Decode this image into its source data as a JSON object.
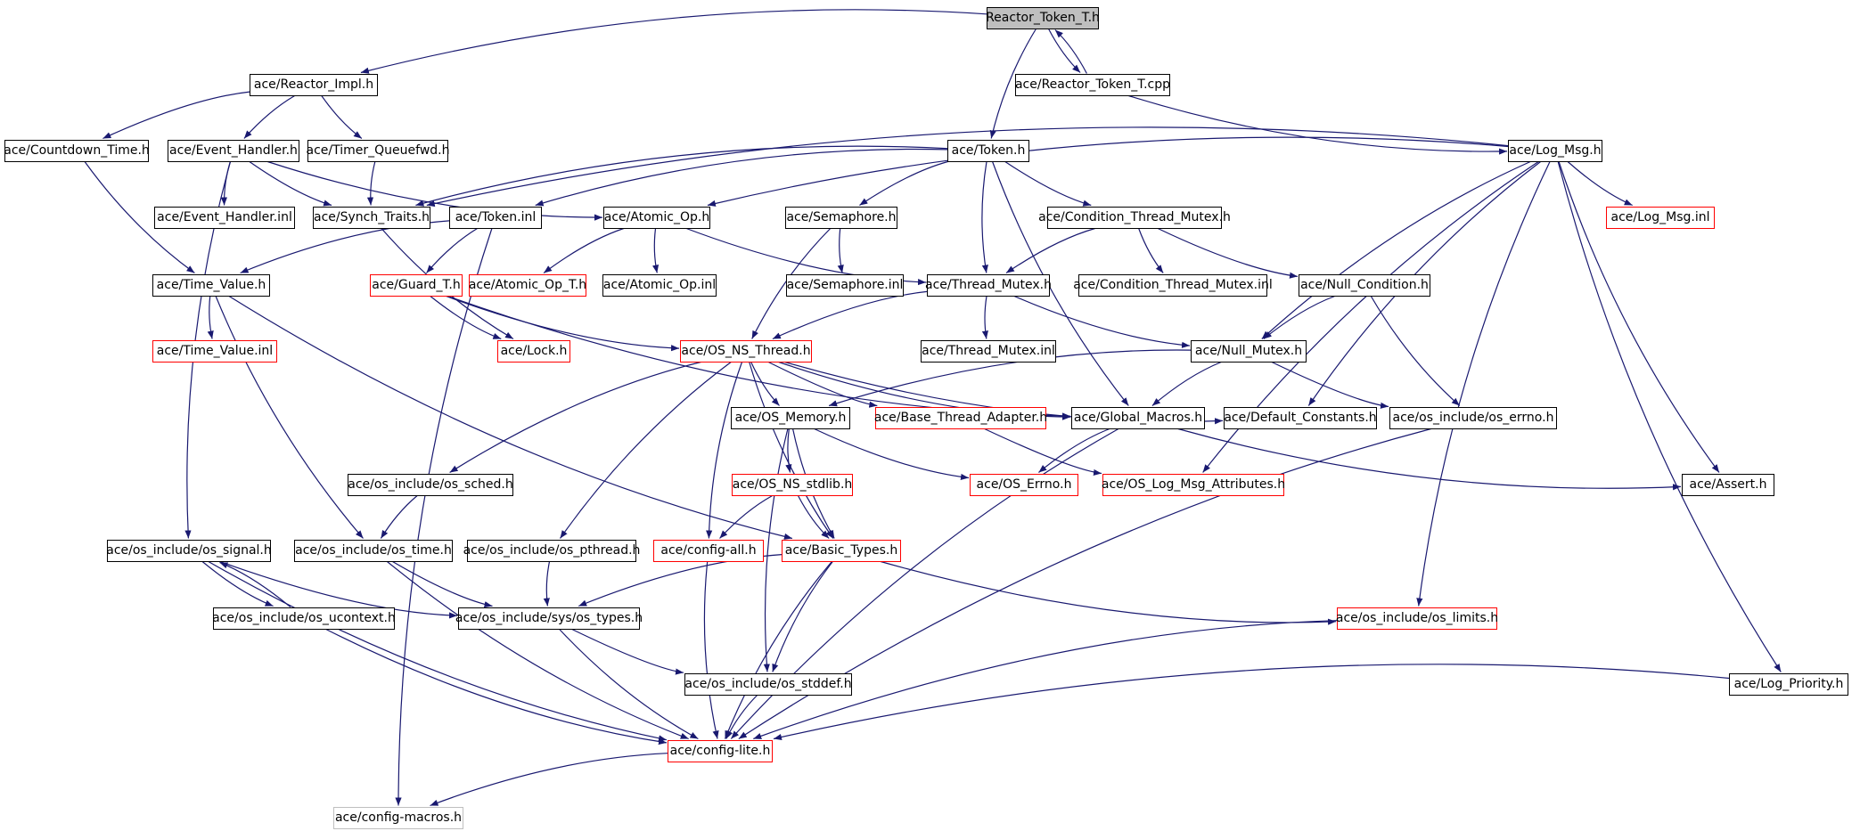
{
  "colors": {
    "edge": "#191970",
    "root_fill": "#bfbfbf",
    "border_default": "#000000",
    "border_truncated": "#ff0000",
    "border_external": "#bfbfbf"
  },
  "nodes": [
    {
      "id": "reactor_token_t_h",
      "label": "Reactor_Token_T.h",
      "style": "root"
    },
    {
      "id": "reactor_impl_h",
      "label": "ace/Reactor_Impl.h",
      "style": "normal"
    },
    {
      "id": "reactor_token_t_cpp",
      "label": "ace/Reactor_Token_T.cpp",
      "style": "normal"
    },
    {
      "id": "countdown_time_h",
      "label": "ace/Countdown_Time.h",
      "style": "normal"
    },
    {
      "id": "event_handler_h",
      "label": "ace/Event_Handler.h",
      "style": "normal"
    },
    {
      "id": "timer_queuefwd_h",
      "label": "ace/Timer_Queuefwd.h",
      "style": "normal"
    },
    {
      "id": "token_h",
      "label": "ace/Token.h",
      "style": "normal"
    },
    {
      "id": "log_msg_h",
      "label": "ace/Log_Msg.h",
      "style": "normal"
    },
    {
      "id": "event_handler_inl",
      "label": "ace/Event_Handler.inl",
      "style": "normal"
    },
    {
      "id": "synch_traits_h",
      "label": "ace/Synch_Traits.h",
      "style": "normal"
    },
    {
      "id": "token_inl",
      "label": "ace/Token.inl",
      "style": "normal"
    },
    {
      "id": "atomic_op_h",
      "label": "ace/Atomic_Op.h",
      "style": "normal"
    },
    {
      "id": "semaphore_h",
      "label": "ace/Semaphore.h",
      "style": "normal"
    },
    {
      "id": "condition_thread_mutex_h",
      "label": "ace/Condition_Thread_Mutex.h",
      "style": "normal"
    },
    {
      "id": "log_msg_inl",
      "label": "ace/Log_Msg.inl",
      "style": "red"
    },
    {
      "id": "time_value_h",
      "label": "ace/Time_Value.h",
      "style": "normal"
    },
    {
      "id": "guard_t_h",
      "label": "ace/Guard_T.h",
      "style": "red"
    },
    {
      "id": "atomic_op_t_h",
      "label": "ace/Atomic_Op_T.h",
      "style": "red"
    },
    {
      "id": "atomic_op_inl",
      "label": "ace/Atomic_Op.inl",
      "style": "normal"
    },
    {
      "id": "semaphore_inl",
      "label": "ace/Semaphore.inl",
      "style": "normal"
    },
    {
      "id": "thread_mutex_h",
      "label": "ace/Thread_Mutex.h",
      "style": "normal"
    },
    {
      "id": "condition_thread_mutex_inl",
      "label": "ace/Condition_Thread_Mutex.inl",
      "style": "normal"
    },
    {
      "id": "null_condition_h",
      "label": "ace/Null_Condition.h",
      "style": "normal"
    },
    {
      "id": "time_value_inl",
      "label": "ace/Time_Value.inl",
      "style": "red"
    },
    {
      "id": "lock_h",
      "label": "ace/Lock.h",
      "style": "red"
    },
    {
      "id": "os_ns_thread_h",
      "label": "ace/OS_NS_Thread.h",
      "style": "red"
    },
    {
      "id": "thread_mutex_inl",
      "label": "ace/Thread_Mutex.inl",
      "style": "normal"
    },
    {
      "id": "null_mutex_h",
      "label": "ace/Null_Mutex.h",
      "style": "normal"
    },
    {
      "id": "os_memory_h",
      "label": "ace/OS_Memory.h",
      "style": "normal"
    },
    {
      "id": "base_thread_adapter_h",
      "label": "ace/Base_Thread_Adapter.h",
      "style": "red"
    },
    {
      "id": "global_macros_h",
      "label": "ace/Global_Macros.h",
      "style": "normal"
    },
    {
      "id": "default_constants_h",
      "label": "ace/Default_Constants.h",
      "style": "normal"
    },
    {
      "id": "os_errno_inc_h",
      "label": "ace/os_include/os_errno.h",
      "style": "normal"
    },
    {
      "id": "os_sched_h",
      "label": "ace/os_include/os_sched.h",
      "style": "normal"
    },
    {
      "id": "os_ns_stdlib_h",
      "label": "ace/OS_NS_stdlib.h",
      "style": "red"
    },
    {
      "id": "os_errno_h",
      "label": "ace/OS_Errno.h",
      "style": "red"
    },
    {
      "id": "os_log_msg_attributes_h",
      "label": "ace/OS_Log_Msg_Attributes.h",
      "style": "red"
    },
    {
      "id": "assert_h",
      "label": "ace/Assert.h",
      "style": "normal"
    },
    {
      "id": "os_signal_h",
      "label": "ace/os_include/os_signal.h",
      "style": "normal"
    },
    {
      "id": "os_time_h",
      "label": "ace/os_include/os_time.h",
      "style": "normal"
    },
    {
      "id": "os_pthread_h",
      "label": "ace/os_include/os_pthread.h",
      "style": "normal"
    },
    {
      "id": "config_all_h",
      "label": "ace/config-all.h",
      "style": "red"
    },
    {
      "id": "basic_types_h",
      "label": "ace/Basic_Types.h",
      "style": "red"
    },
    {
      "id": "os_ucontext_h",
      "label": "ace/os_include/os_ucontext.h",
      "style": "normal"
    },
    {
      "id": "os_types_h",
      "label": "ace/os_include/sys/os_types.h",
      "style": "normal"
    },
    {
      "id": "os_limits_h",
      "label": "ace/os_include/os_limits.h",
      "style": "red"
    },
    {
      "id": "os_stddef_h",
      "label": "ace/os_include/os_stddef.h",
      "style": "normal"
    },
    {
      "id": "log_priority_h",
      "label": "ace/Log_Priority.h",
      "style": "normal"
    },
    {
      "id": "config_lite_h",
      "label": "ace/config-lite.h",
      "style": "red"
    },
    {
      "id": "config_macros_h",
      "label": "ace/config-macros.h",
      "style": "gray"
    }
  ],
  "edges": [
    [
      "reactor_token_t_h",
      "reactor_impl_h"
    ],
    [
      "reactor_token_t_h",
      "reactor_token_t_cpp"
    ],
    [
      "reactor_token_t_cpp",
      "reactor_token_t_h"
    ],
    [
      "reactor_token_t_h",
      "token_h"
    ],
    [
      "reactor_token_t_cpp",
      "log_msg_h"
    ],
    [
      "reactor_impl_h",
      "countdown_time_h"
    ],
    [
      "reactor_impl_h",
      "event_handler_h"
    ],
    [
      "reactor_impl_h",
      "timer_queuefwd_h"
    ],
    [
      "countdown_time_h",
      "time_value_h"
    ],
    [
      "event_handler_h",
      "event_handler_inl"
    ],
    [
      "event_handler_h",
      "synch_traits_h"
    ],
    [
      "event_handler_h",
      "atomic_op_h"
    ],
    [
      "event_handler_h",
      "os_signal_h"
    ],
    [
      "timer_queuefwd_h",
      "synch_traits_h"
    ],
    [
      "token_h",
      "synch_traits_h"
    ],
    [
      "token_h",
      "token_inl"
    ],
    [
      "token_h",
      "semaphore_h"
    ],
    [
      "token_h",
      "condition_thread_mutex_h"
    ],
    [
      "token_h",
      "thread_mutex_h"
    ],
    [
      "token_h",
      "global_macros_h"
    ],
    [
      "log_msg_h",
      "synch_traits_h"
    ],
    [
      "log_msg_h",
      "atomic_op_h"
    ],
    [
      "log_msg_h",
      "log_msg_inl"
    ],
    [
      "log_msg_h",
      "null_mutex_h"
    ],
    [
      "log_msg_h",
      "default_constants_h"
    ],
    [
      "log_msg_h",
      "os_log_msg_attributes_h"
    ],
    [
      "log_msg_h",
      "assert_h"
    ],
    [
      "log_msg_h",
      "os_limits_h"
    ],
    [
      "log_msg_h",
      "log_priority_h"
    ],
    [
      "synch_traits_h",
      "lock_h"
    ],
    [
      "token_inl",
      "time_value_h"
    ],
    [
      "token_inl",
      "guard_t_h"
    ],
    [
      "token_inl",
      "config_macros_h"
    ],
    [
      "atomic_op_h",
      "atomic_op_t_h"
    ],
    [
      "atomic_op_h",
      "atomic_op_inl"
    ],
    [
      "atomic_op_h",
      "thread_mutex_h"
    ],
    [
      "semaphore_h",
      "semaphore_inl"
    ],
    [
      "semaphore_h",
      "os_ns_thread_h"
    ],
    [
      "condition_thread_mutex_h",
      "thread_mutex_h"
    ],
    [
      "condition_thread_mutex_h",
      "condition_thread_mutex_inl"
    ],
    [
      "condition_thread_mutex_h",
      "null_condition_h"
    ],
    [
      "time_value_h",
      "time_value_inl"
    ],
    [
      "time_value_h",
      "os_time_h"
    ],
    [
      "time_value_h",
      "basic_types_h"
    ],
    [
      "guard_t_h",
      "lock_h"
    ],
    [
      "guard_t_h",
      "os_ns_thread_h"
    ],
    [
      "guard_t_h",
      "global_macros_h"
    ],
    [
      "thread_mutex_h",
      "os_ns_thread_h"
    ],
    [
      "thread_mutex_h",
      "thread_mutex_inl"
    ],
    [
      "thread_mutex_h",
      "null_mutex_h"
    ],
    [
      "null_condition_h",
      "null_mutex_h"
    ],
    [
      "null_condition_h",
      "os_errno_inc_h"
    ],
    [
      "null_mutex_h",
      "os_memory_h"
    ],
    [
      "null_mutex_h",
      "global_macros_h"
    ],
    [
      "null_mutex_h",
      "os_errno_inc_h"
    ],
    [
      "os_ns_thread_h",
      "os_memory_h"
    ],
    [
      "os_ns_thread_h",
      "base_thread_adapter_h"
    ],
    [
      "os_ns_thread_h",
      "global_macros_h"
    ],
    [
      "os_ns_thread_h",
      "default_constants_h"
    ],
    [
      "os_ns_thread_h",
      "os_sched_h"
    ],
    [
      "os_ns_thread_h",
      "os_pthread_h"
    ],
    [
      "os_ns_thread_h",
      "config_all_h"
    ],
    [
      "os_ns_thread_h",
      "basic_types_h"
    ],
    [
      "os_memory_h",
      "os_ns_stdlib_h"
    ],
    [
      "os_memory_h",
      "os_errno_h"
    ],
    [
      "os_memory_h",
      "basic_types_h"
    ],
    [
      "os_memory_h",
      "os_stddef_h"
    ],
    [
      "base_thread_adapter_h",
      "os_log_msg_attributes_h"
    ],
    [
      "global_macros_h",
      "os_errno_h"
    ],
    [
      "global_macros_h",
      "assert_h"
    ],
    [
      "global_macros_h",
      "config_lite_h"
    ],
    [
      "os_errno_inc_h",
      "config_lite_h"
    ],
    [
      "os_sched_h",
      "os_time_h"
    ],
    [
      "os_ns_stdlib_h",
      "config_all_h"
    ],
    [
      "os_ns_stdlib_h",
      "basic_types_h"
    ],
    [
      "os_signal_h",
      "os_ucontext_h"
    ],
    [
      "os_ucontext_h",
      "os_signal_h"
    ],
    [
      "os_signal_h",
      "os_types_h"
    ],
    [
      "os_signal_h",
      "config_lite_h"
    ],
    [
      "os_time_h",
      "os_types_h"
    ],
    [
      "os_time_h",
      "config_lite_h"
    ],
    [
      "os_pthread_h",
      "os_types_h"
    ],
    [
      "config_all_h",
      "config_lite_h"
    ],
    [
      "basic_types_h",
      "os_types_h"
    ],
    [
      "basic_types_h",
      "os_limits_h"
    ],
    [
      "basic_types_h",
      "os_stddef_h"
    ],
    [
      "basic_types_h",
      "config_lite_h"
    ],
    [
      "os_ucontext_h",
      "config_lite_h"
    ],
    [
      "os_types_h",
      "os_stddef_h"
    ],
    [
      "os_types_h",
      "config_lite_h"
    ],
    [
      "os_limits_h",
      "config_lite_h"
    ],
    [
      "os_stddef_h",
      "config_lite_h"
    ],
    [
      "log_priority_h",
      "config_lite_h"
    ],
    [
      "config_lite_h",
      "config_macros_h"
    ]
  ]
}
